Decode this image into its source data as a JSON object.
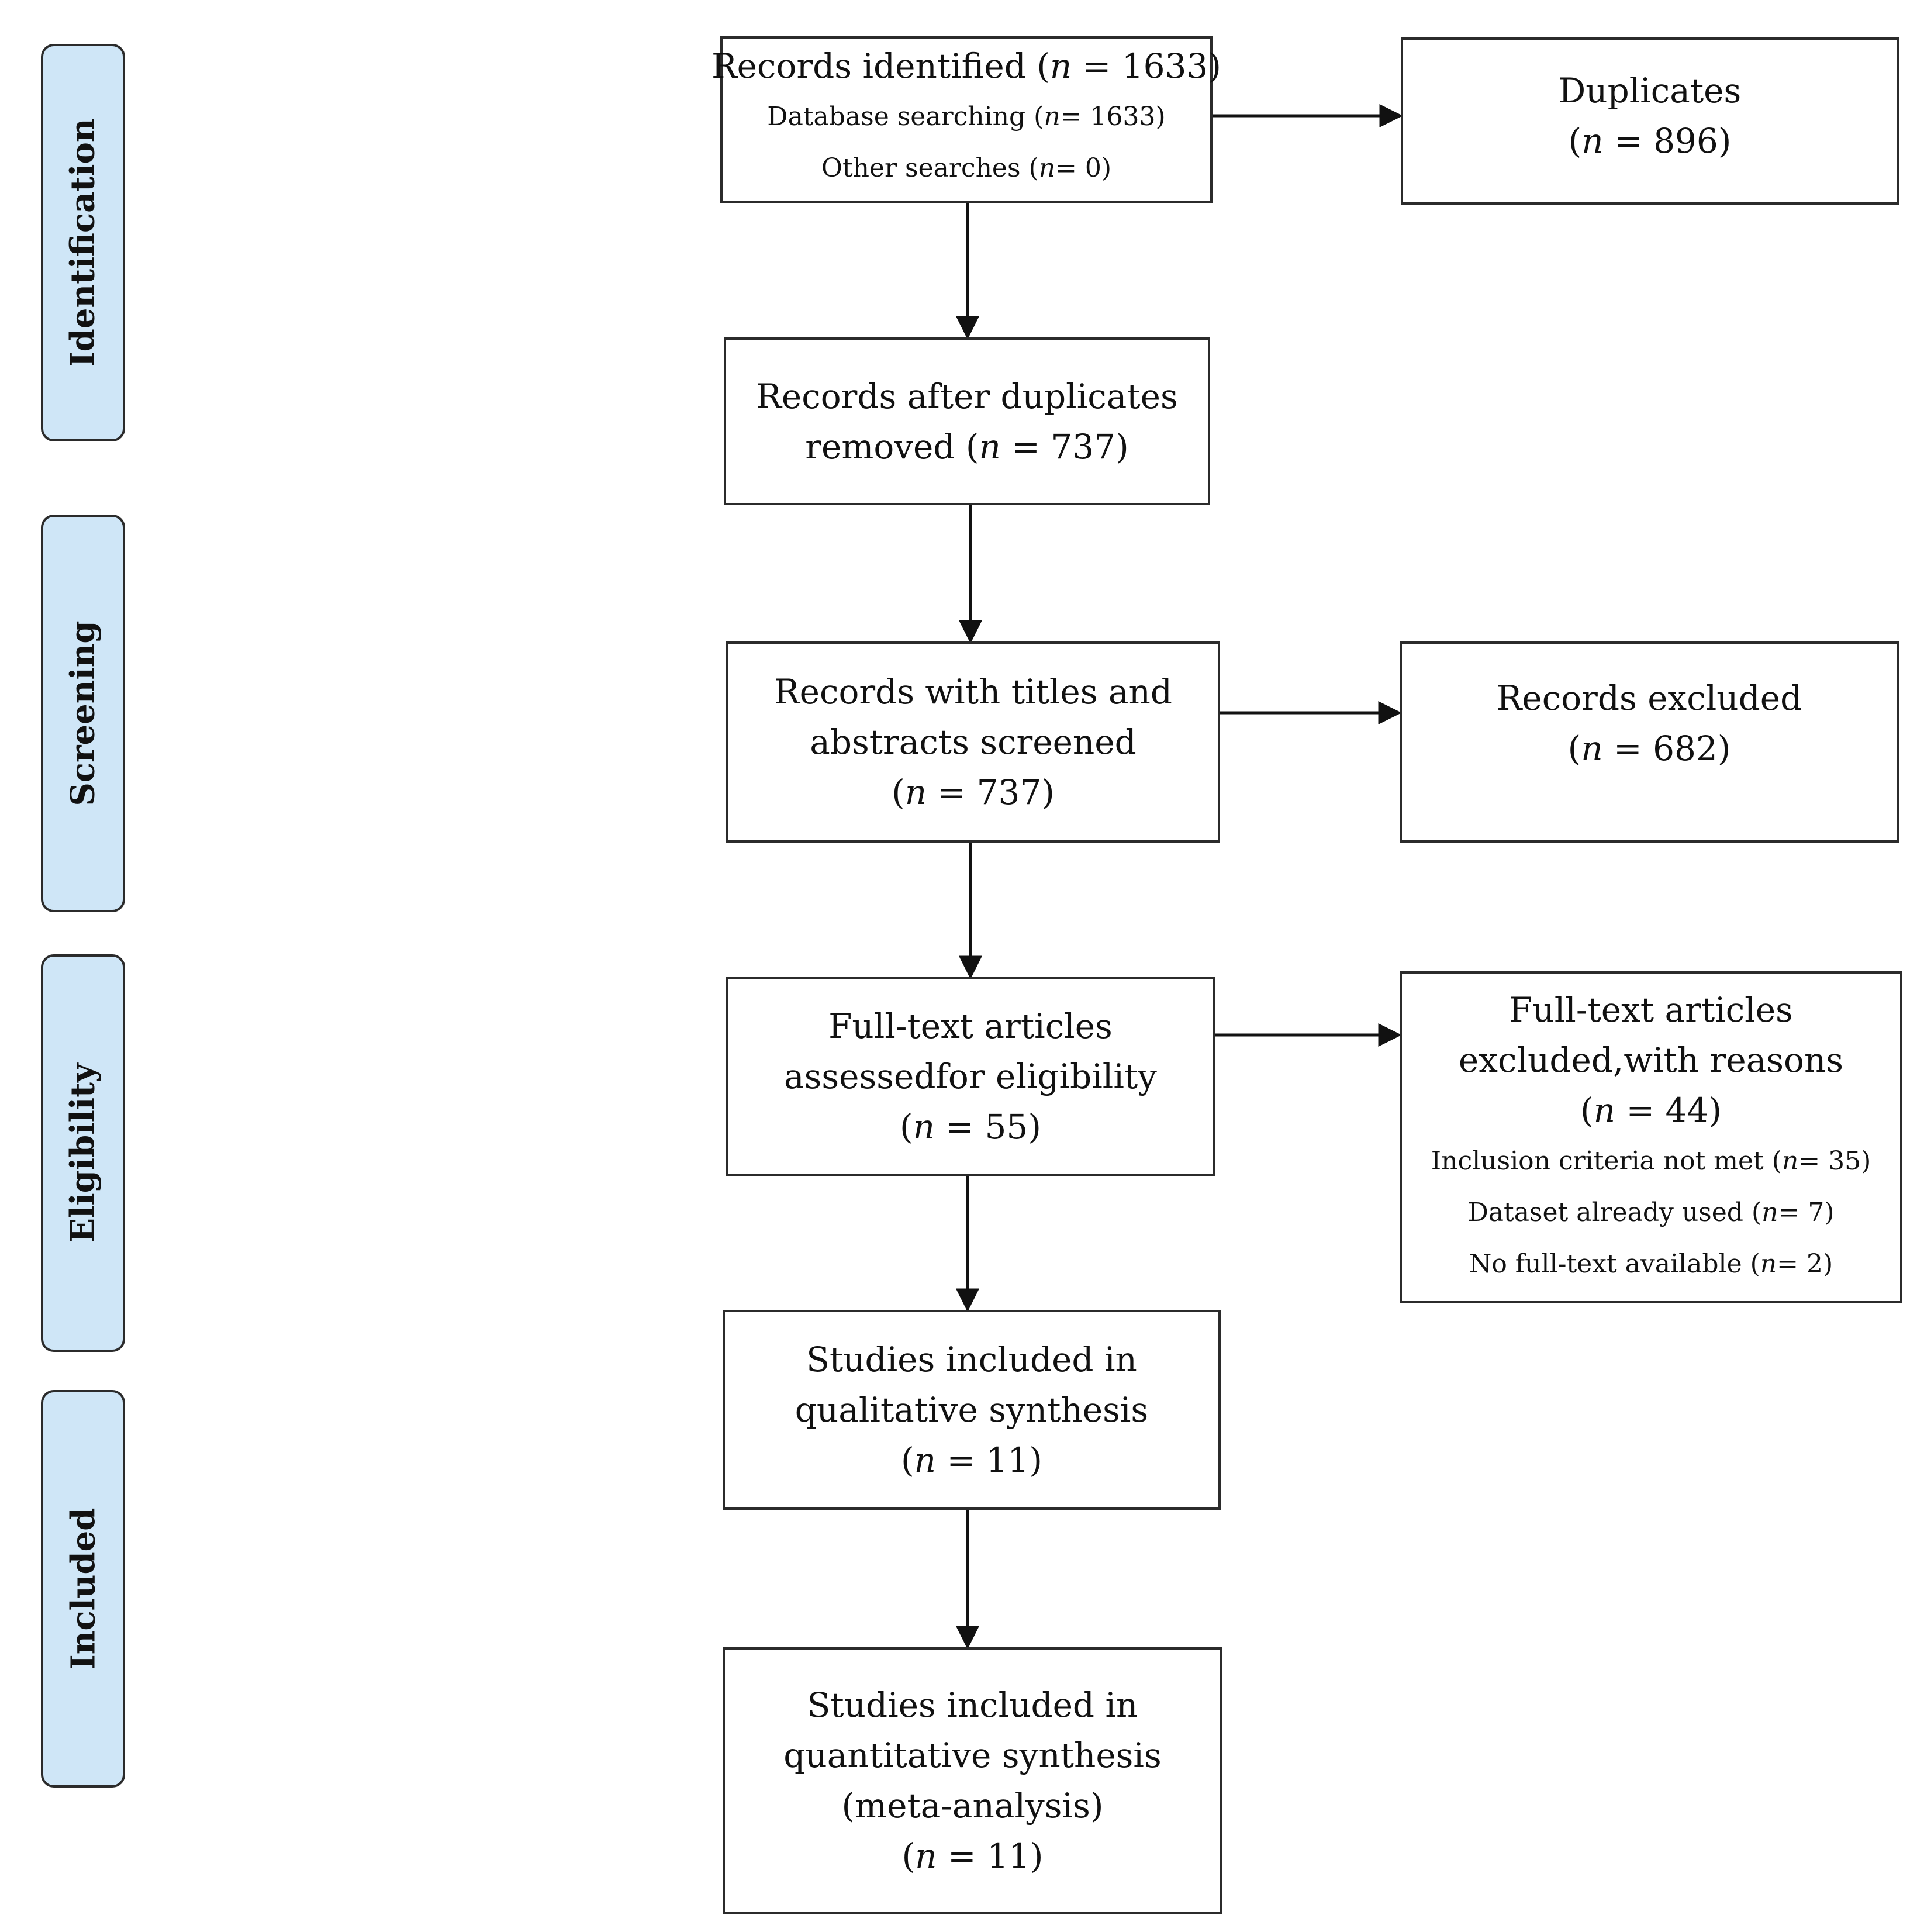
{
  "stages": {
    "identification": "Identification",
    "screening": "Screening",
    "eligibility": "Eligibility",
    "included": "Included"
  },
  "boxes": {
    "identified": {
      "title": "Records identified",
      "title_count": "1633",
      "line2_text": "Database searching",
      "line2_count": "1633",
      "line3_text": "Other searches",
      "line3_count": "0"
    },
    "duplicates": {
      "title": "Duplicates",
      "count": "896"
    },
    "after_duplicates": {
      "line1": "Records after duplicates",
      "line2_text": "removed",
      "count": "737"
    },
    "screened": {
      "line1": "Records with titles and",
      "line2": "abstracts screened",
      "count": "737"
    },
    "excluded": {
      "title": "Records excluded",
      "count": "682"
    },
    "fulltext": {
      "line1": "Full-text articles",
      "line2": "assessedfor eligibility",
      "count": "55"
    },
    "fulltext_excluded": {
      "line1": "Full-text articles",
      "line2": "excluded,with reasons",
      "count": "44",
      "reasons": [
        {
          "text": "Inclusion criteria not met",
          "count": "35"
        },
        {
          "text": "Dataset already used",
          "count": "7"
        },
        {
          "text": "No full-text available",
          "count": "2"
        }
      ]
    },
    "qualitative": {
      "line1": "Studies included in",
      "line2": "qualitative synthesis",
      "count": "11"
    },
    "quantitative": {
      "line1": "Studies included in",
      "line2": "quantitative synthesis",
      "line3": "(meta-analysis)",
      "count": "11"
    }
  }
}
